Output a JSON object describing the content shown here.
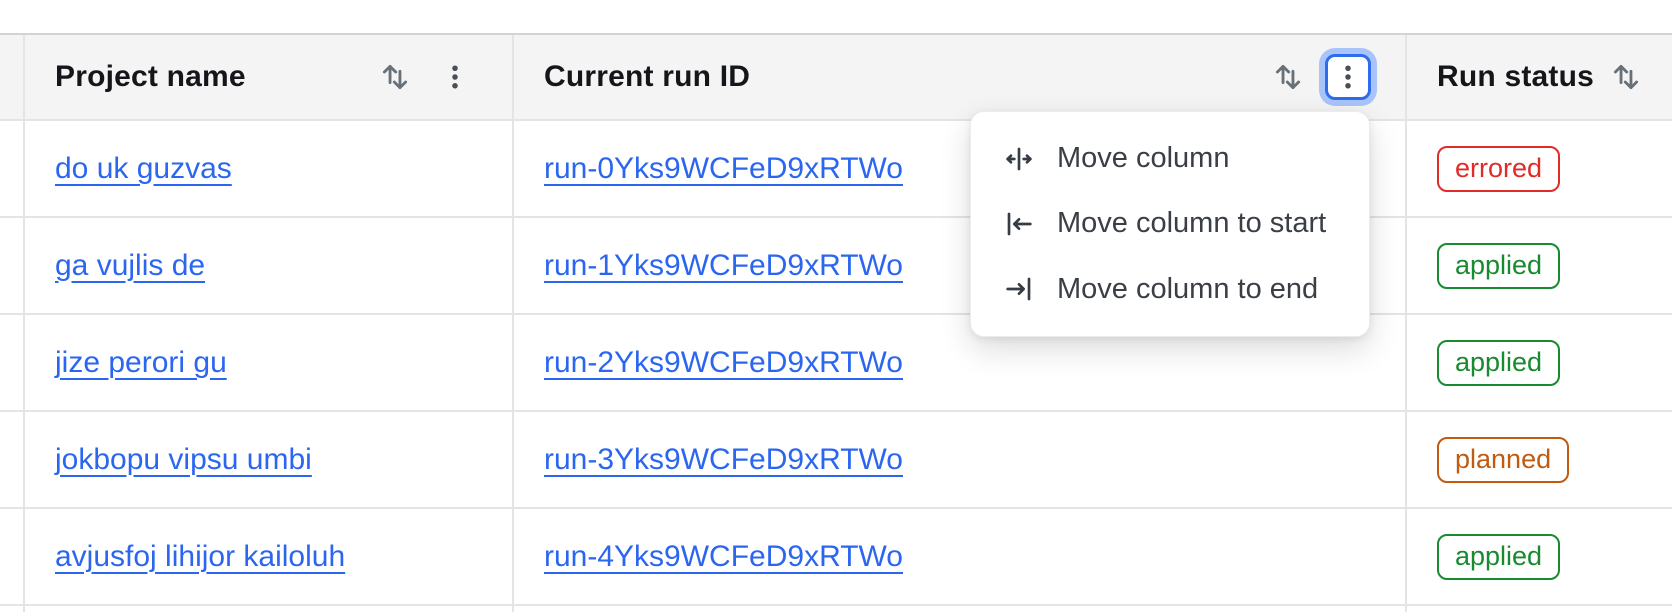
{
  "table": {
    "columns": [
      {
        "label": "Project name",
        "sort_icon": "sort-arrows-icon",
        "menu_icon": "kebab-icon"
      },
      {
        "label": "Current run ID",
        "sort_icon": "sort-arrows-icon",
        "menu_icon": "kebab-icon",
        "menu_open": true
      },
      {
        "label": "Run status",
        "sort_icon": "sort-arrows-icon",
        "menu_icon": "kebab-icon"
      }
    ],
    "rows": [
      {
        "project": "do uk guzvas",
        "run_id": "run-0Yks9WCFeD9xRTWo",
        "status": "errored"
      },
      {
        "project": "ga vujlis de",
        "run_id": "run-1Yks9WCFeD9xRTWo",
        "status": "applied"
      },
      {
        "project": "jize perori gu",
        "run_id": "run-2Yks9WCFeD9xRTWo",
        "status": "applied"
      },
      {
        "project": "jokbopu vipsu umbi",
        "run_id": "run-3Yks9WCFeD9xRTWo",
        "status": "planned"
      },
      {
        "project": "avjusfoj lihijor kailoluh",
        "run_id": "run-4Yks9WCFeD9xRTWo",
        "status": "applied"
      }
    ]
  },
  "column_menu": {
    "items": [
      {
        "label": "Move column",
        "icon": "move-column-icon"
      },
      {
        "label": "Move column to start",
        "icon": "move-column-to-start-icon"
      },
      {
        "label": "Move column to end",
        "icon": "move-column-to-end-icon"
      }
    ]
  },
  "colors": {
    "header_background": "#f4f4f5",
    "divider": "#e4e4e7",
    "link_blue": "#2b66f0",
    "focus_ring_blue": "#2c6ced",
    "focus_halo_blue": "#a9c4fa",
    "status_errored": "#e02b27",
    "status_applied": "#188a2f",
    "status_planned": "#c05b10"
  }
}
